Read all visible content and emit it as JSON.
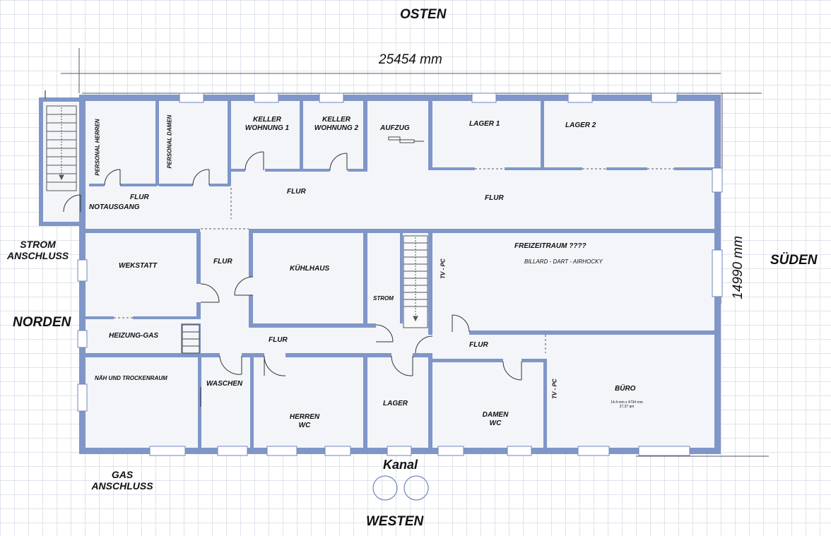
{
  "compass": {
    "north": "NORDEN",
    "east": "OSTEN",
    "south": "SÜDEN",
    "west": "WESTEN"
  },
  "dimensions": {
    "width": "25454  mm",
    "height": "14990 mm"
  },
  "utilities": {
    "strom": [
      "STROM",
      "ANSCHLUSS"
    ],
    "gas": [
      "GAS",
      "ANSCHLUSS"
    ],
    "kanal": "Kanal"
  },
  "rooms": {
    "personal_herren": "PERSONAL HERREN",
    "personal_damen": "PERSONAL DAMEN",
    "keller_wohnung_1": [
      "KELLER",
      "WOHNUNG 1"
    ],
    "keller_wohnung_2": [
      "KELLER",
      "WOHNUNG 2"
    ],
    "aufzug": "AUFZUG",
    "lager_1": "LAGER  1",
    "lager_2": "LAGER  2",
    "flur_small": "FLUR",
    "notausgang": "NOTAUSGANG",
    "flur_mid": "FLUR",
    "flur_main": "FLUR",
    "wekstatt": "WEKSTATT",
    "flur_west": "FLUR",
    "kuehlhaus": "KÜHLHAUS",
    "strom_room": "STROM",
    "tv_pc_1": "TV - PC",
    "freizeitraum": "FREIZEITRAUM  ????",
    "freizeit_sub": "BILLARD - DART - AIRHOCKY",
    "heizung_gas": "HEIZUNG-GAS",
    "flur_lower": "FLUR",
    "flur_lower_right": "FLUR",
    "naeh_trocken": "NÄH UND TROCKENRAUM",
    "waschen": "WASCHEN",
    "herren_wc": [
      "HERREN",
      "WC"
    ],
    "lager": "LAGER",
    "damen_wc": [
      "DAMEN",
      "WC"
    ],
    "tv_pc_2": "TV - PC",
    "buero": "BÜRO",
    "buero_note": [
      "14.4 mm x 4734 mm",
      "27,37 qm"
    ]
  },
  "colors": {
    "wall": "#8096c8",
    "wall_dark": "#6f86bd",
    "floor": "#f3f5f9",
    "door": "#333333",
    "grid": "#dfe3ea"
  }
}
